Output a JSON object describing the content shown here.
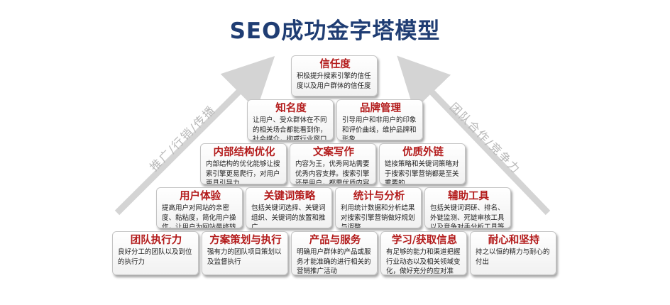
{
  "title": "SEO成功金字塔模型",
  "side_labels": {
    "left": "推广/行销/传播",
    "right": "团队合作/竞争力"
  },
  "pyramid": {
    "row1": [
      {
        "title": "信任度",
        "desc": "积极提升搜索引擎的信任度以及用户群体的信任度"
      }
    ],
    "row2": [
      {
        "title": "知名度",
        "desc": "让用户、受众群体在不同的相关场合都能看到你，社会媒介，抑或行业窗口"
      },
      {
        "title": "品牌管理",
        "desc": "引导用户和非用户的印象和评价曲线，维护品牌和形象"
      }
    ],
    "row3": [
      {
        "title": "内部结构优化",
        "desc": "内部结构的优化能够让搜索引擎更易爬行，对用户更具引导力"
      },
      {
        "title": "文案写作",
        "desc": "内容为王，优秀网站需要优秀内容支撑。搜索引擎还是用户，都需优质内容来满足"
      },
      {
        "title": "优质外链",
        "desc": "链接策略和关键词策略对于搜索引擎营销都是至关重要的"
      }
    ],
    "row4": [
      {
        "title": "用户体验",
        "desc": "提高用户对网站的亲密度、黏粘度，简化用户操作，让用户为网站最终转化为服务"
      },
      {
        "title": "关键词策略",
        "desc": "包括关键词选择、关键词组织、关键词的放置和推广"
      },
      {
        "title": "统计与分析",
        "desc": "利用统计数据和分析结果对搜索引擎营销做好规划与调整"
      },
      {
        "title": "辅助工具",
        "desc": "包括关键词调研、排名、外链监测、死链审核工具以及竞争对手分析工具等等。"
      }
    ],
    "row5": [
      {
        "title": "团队执行力",
        "desc": "良好分工的团队以及到位的执行力"
      },
      {
        "title": "方案策划与执行",
        "desc": "强有力的团队项目策划以及监督执行"
      },
      {
        "title": "产品与服务",
        "desc": "明确用户群体的产品或服务才能准确的进行相关的营销推广活动"
      },
      {
        "title": "学习/获取信息",
        "desc": "有足够的能力和渠道把握行业动态以及相关领域变化，做好充分的应对准备。"
      },
      {
        "title": "耐心和坚持",
        "desc": "持之以恒的精力与耐心的付出"
      }
    ]
  },
  "colors": {
    "title": "#1f3d73",
    "box_title": "#b31b1b",
    "arrow": "#d4d4d4"
  }
}
